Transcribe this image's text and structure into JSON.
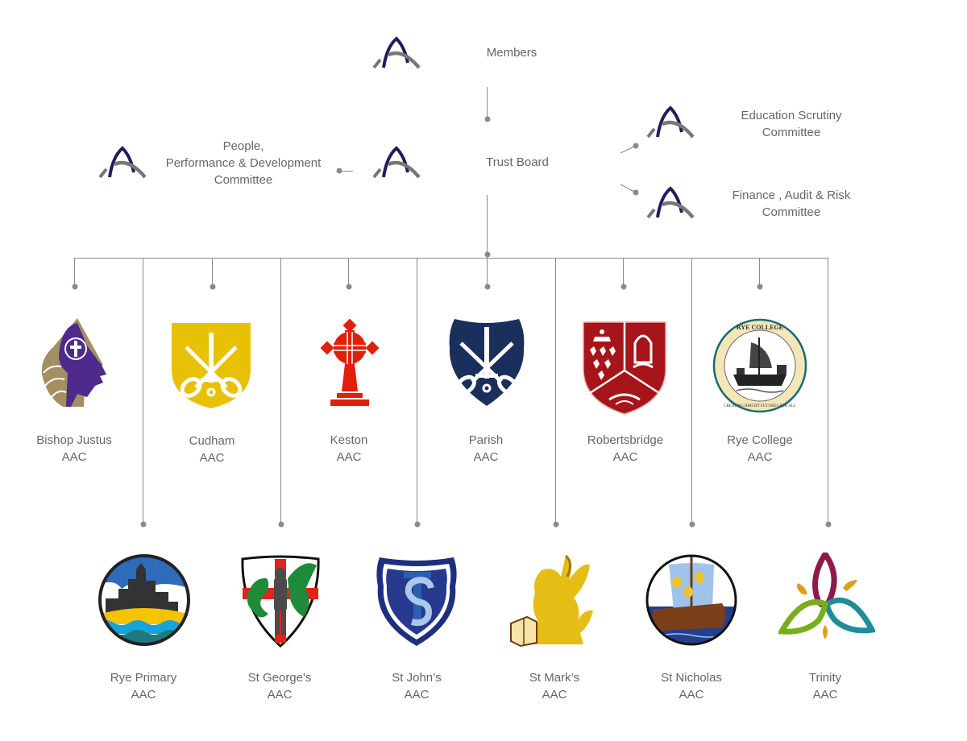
{
  "governance": {
    "members": {
      "label": "Members",
      "icon": "trust-arch-logo-icon"
    },
    "trust_board": {
      "label": "Trust Board",
      "icon": "trust-arch-logo-icon"
    },
    "people_committee": {
      "line1": "People,",
      "line2": "Performance & Development",
      "line3": "Committee",
      "icon": "trust-arch-logo-icon"
    },
    "education_committee": {
      "line1": "Education Scrutiny",
      "line2": "Committee",
      "icon": "trust-arch-logo-icon"
    },
    "finance_committee": {
      "line1": "Finance , Audit & Risk",
      "line2": "Committee",
      "icon": "trust-arch-logo-icon"
    }
  },
  "schools_row1": [
    {
      "name": "Bishop Justus",
      "suffix": "AAC",
      "icon": "bishop-mitre-crest-icon"
    },
    {
      "name": "Cudham",
      "suffix": "AAC",
      "icon": "yellow-keys-shield-icon"
    },
    {
      "name": "Keston",
      "suffix": "AAC",
      "icon": "red-celtic-cross-icon"
    },
    {
      "name": "Parish",
      "suffix": "AAC",
      "icon": "navy-keys-shield-icon"
    },
    {
      "name": "Robertsbridge",
      "suffix": "AAC",
      "icon": "red-mitre-shield-icon"
    },
    {
      "name": "Rye College",
      "suffix": "AAC",
      "icon": "rye-college-ship-seal-icon",
      "seal_top": "RYE COLLEGE",
      "seal_bottom": "CREATING BRIGHT FUTURES FOR ALL"
    }
  ],
  "schools_row2": [
    {
      "name": "Rye Primary",
      "suffix": "AAC",
      "icon": "rye-primary-town-circle-icon"
    },
    {
      "name": "St George's",
      "suffix": "AAC",
      "icon": "st-george-knight-dragon-shield-icon"
    },
    {
      "name": "St John’s",
      "suffix": "AAC",
      "icon": "st-johns-js-shield-icon"
    },
    {
      "name": "St Mark’s",
      "suffix": "AAC",
      "icon": "winged-lion-icon"
    },
    {
      "name": "St Nicholas",
      "suffix": "AAC",
      "icon": "sailing-ship-circle-icon"
    },
    {
      "name": "Trinity",
      "suffix": "AAC",
      "icon": "trinity-leaves-icon"
    }
  ],
  "colors": {
    "connector": "#8a8a8a",
    "text": "#666666",
    "trust_navy": "#1f1d5c",
    "trust_grey": "#777777"
  }
}
